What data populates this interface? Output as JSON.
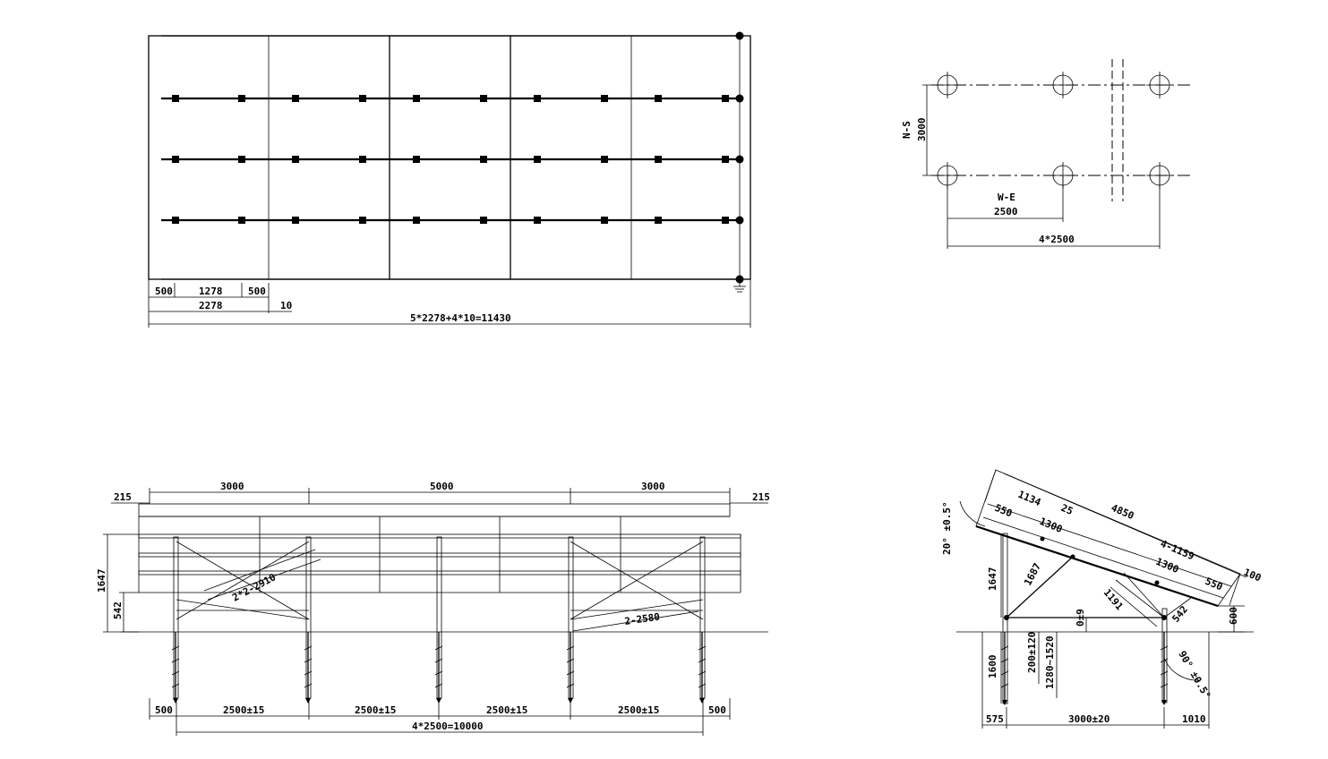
{
  "top_view": {
    "dims": {
      "edge": "500",
      "module_gap": "1278",
      "module": "2278",
      "gap": "10",
      "total": "5*2278+4*10=11430"
    }
  },
  "pile_plan": {
    "ns_label": "N-S",
    "ns_value": "3000",
    "we_label": "W-E",
    "we_value": "2500",
    "total": "4*2500"
  },
  "front_view": {
    "top_dims": [
      "3000",
      "5000",
      "3000"
    ],
    "overhang": "215",
    "height": "1647",
    "low_height": "542",
    "brace_long": "2*2-2910",
    "brace_low": "2-2580",
    "bottom_edge": "500",
    "bay": "2500±15",
    "total": "4*2500=10000"
  },
  "side_view": {
    "tilt": "20° ±0.5°",
    "rail_len": "4850",
    "d1134": "1134",
    "d550": "550",
    "d1300": "1300",
    "d25": "25",
    "d4_1159": "4-1159",
    "d100": "100",
    "front_post": "1647",
    "rear_post": "600",
    "brace_front": "1687",
    "brace_rear": "1191",
    "short": "542",
    "tol": "0±9",
    "embed": "1600",
    "range1": "200±120",
    "range2": "1280~1520",
    "angle90": "90° ±0.5°",
    "front_offset": "575",
    "span": "3000±20",
    "rear_offset": "1010"
  }
}
